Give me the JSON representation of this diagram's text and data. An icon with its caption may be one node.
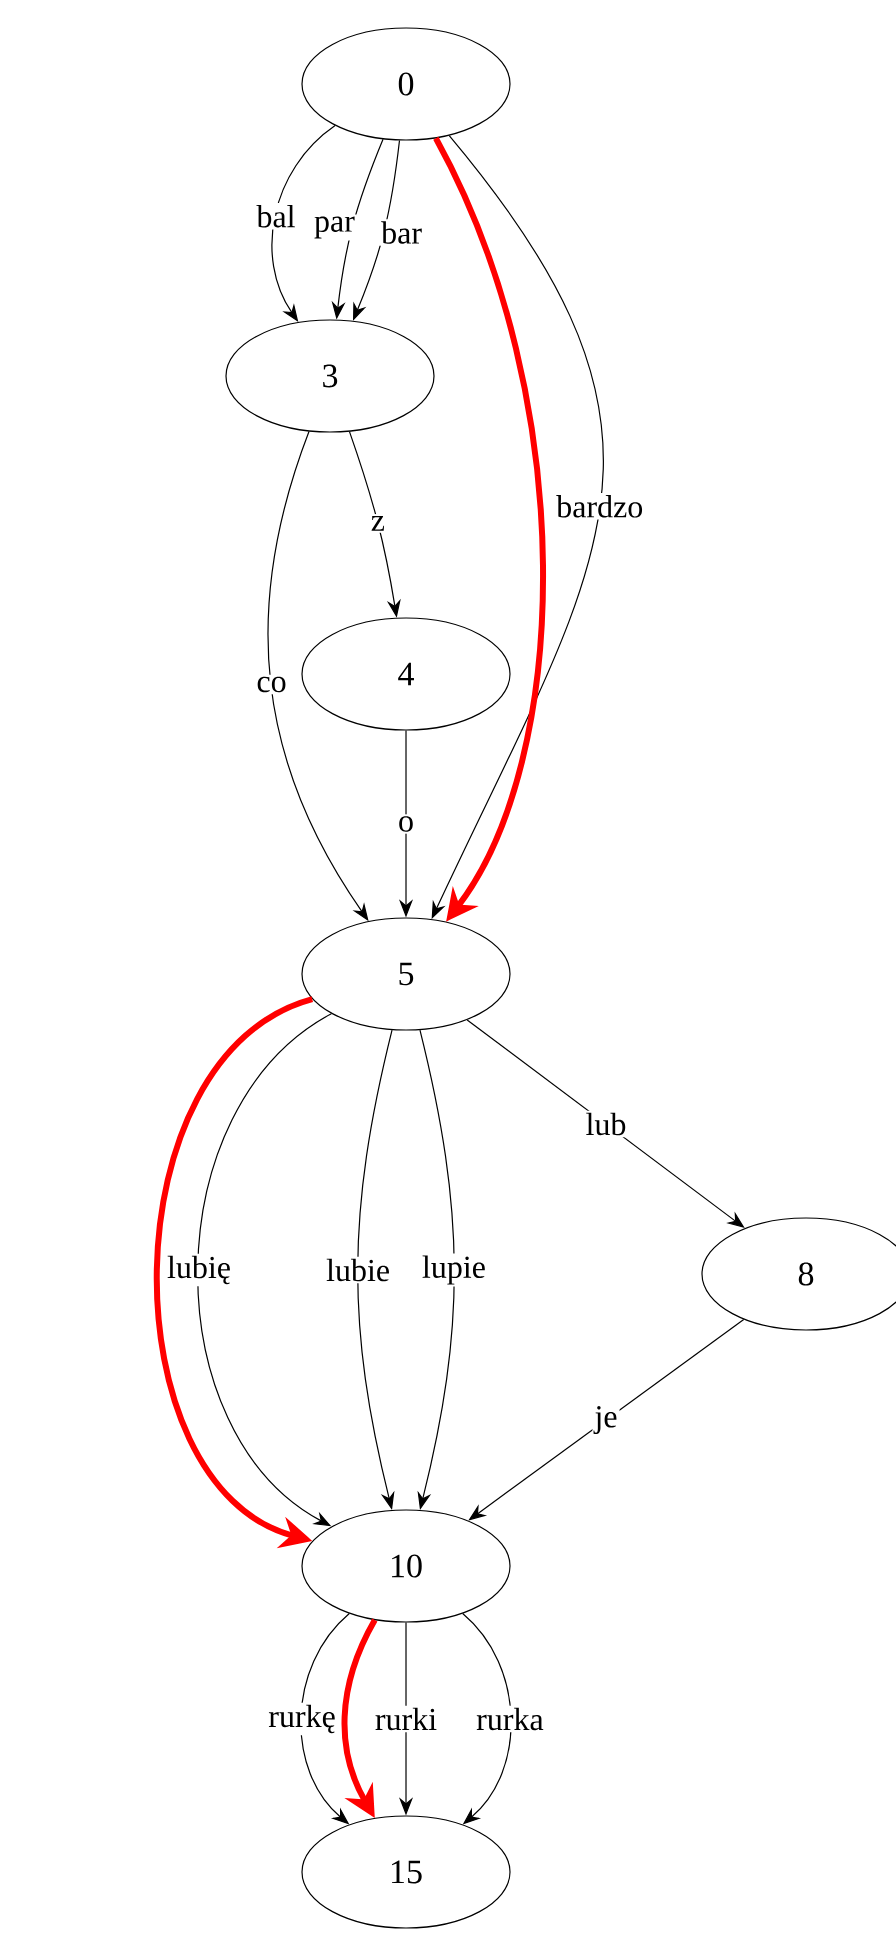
{
  "diagram": {
    "nodes": [
      {
        "text": [
          "0"
        ]
      },
      {
        "text": [
          "3"
        ]
      },
      {
        "text": [
          "4"
        ]
      },
      {
        "text": [
          "5"
        ]
      },
      {
        "text": [
          "8"
        ]
      },
      {
        "text": [
          "10"
        ]
      },
      {
        "text": [
          "15"
        ]
      }
    ],
    "edges": [
      {
        "from": 0,
        "to": 1,
        "arrow": "to",
        "label": "bal"
      },
      {
        "from": 0,
        "to": 1,
        "arrow": "to",
        "label": "par"
      },
      {
        "from": 0,
        "to": 1,
        "arrow": "to",
        "label": "bar"
      },
      {
        "from": 0,
        "to": 3,
        "arrow": "to",
        "label": "bardzo"
      },
      {
        "from": 1,
        "to": 2,
        "arrow": "to",
        "label": "z"
      },
      {
        "from": 1,
        "to": 3,
        "arrow": "to",
        "label": "co"
      },
      {
        "from": 2,
        "to": 3,
        "arrow": "to",
        "label": "o"
      },
      {
        "from": 3,
        "to": 5,
        "arrow": "to",
        "label": "lubię"
      },
      {
        "from": 3,
        "to": 5,
        "arrow": "to",
        "label": "lubie"
      },
      {
        "from": 3,
        "to": 5,
        "arrow": "to",
        "label": "lupie"
      },
      {
        "from": 3,
        "to": 4,
        "arrow": "to",
        "label": "lub"
      },
      {
        "from": 4,
        "to": 5,
        "arrow": "to",
        "label": "je"
      },
      {
        "from": 5,
        "to": 6,
        "arrow": "to",
        "label": "rurkę"
      },
      {
        "from": 5,
        "to": 6,
        "arrow": "to",
        "label": "rurki"
      },
      {
        "from": 5,
        "to": 6,
        "arrow": "to",
        "label": "rurka"
      },
      {
        "from": 0,
        "to": 3,
        "arrow": "to",
        "style": "thick",
        "color": "#ff0000"
      },
      {
        "from": 3,
        "to": 5,
        "arrow": "to",
        "style": "thick",
        "color": "#ff0000"
      },
      {
        "from": 5,
        "to": 6,
        "arrow": "to",
        "style": "thick",
        "color": "#ff0000"
      }
    ]
  }
}
